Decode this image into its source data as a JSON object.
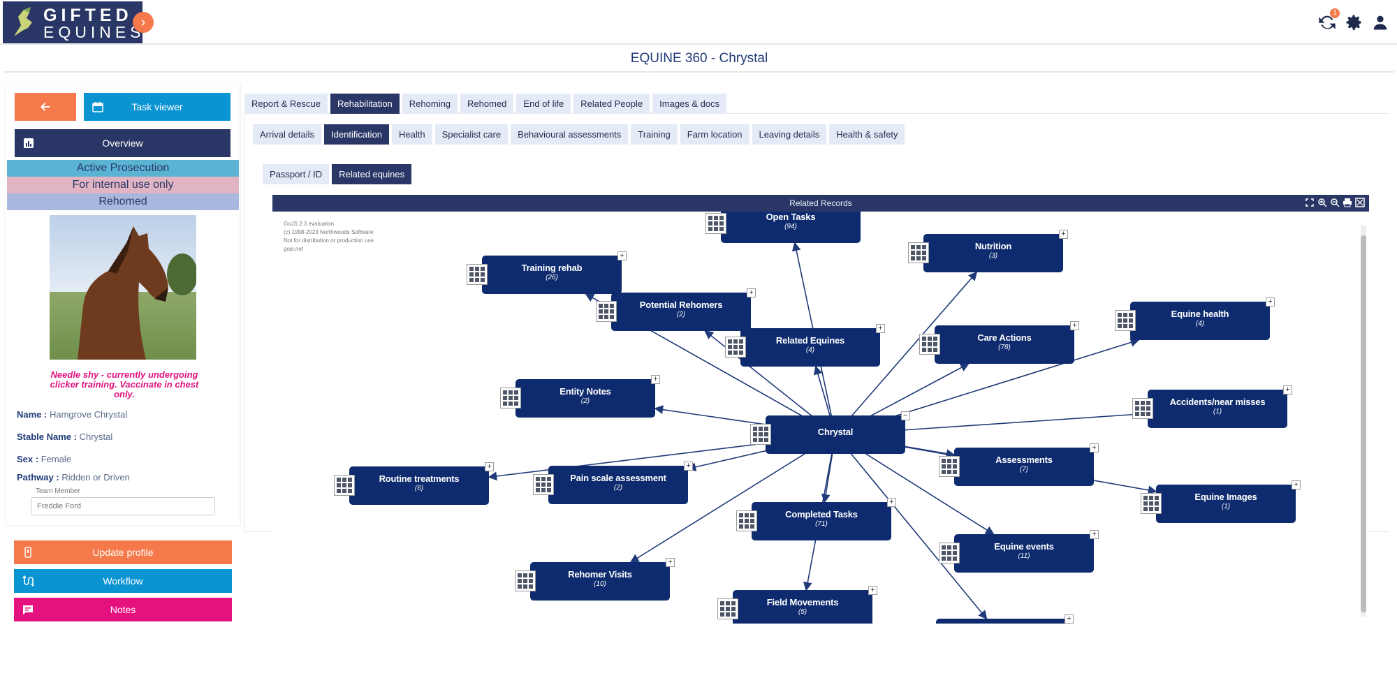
{
  "header": {
    "logo_line1": "GIFTED",
    "logo_line2": "EQUINES",
    "notification_count": "1",
    "icons": [
      "sync-icon",
      "gear-icon",
      "user-icon"
    ]
  },
  "page_title": "EQUINE 360 - Chrystal",
  "sidebar": {
    "back_button_icon": "arrow-left-icon",
    "task_viewer_label": "Task viewer",
    "overview_label": "Overview",
    "banners": [
      "Active Prosecution",
      "For internal use only",
      "Rehomed"
    ],
    "banner_colors": [
      "#5ab3d3",
      "#e0b4c3",
      "#a9b8de"
    ],
    "note": "Needle shy - currently undergoing clicker training. Vaccinate in chest only.",
    "fields": [
      {
        "label": "Name :",
        "value": "Hamgrove Chrystal"
      },
      {
        "label": "Stable Name :",
        "value": "Chrystal"
      },
      {
        "label": "Sex :",
        "value": "Female"
      },
      {
        "label": "Pathway :",
        "value": "Ridden or Driven"
      }
    ],
    "team_member_label": "Team Member",
    "team_member_value": "Freddie Ford",
    "update_profile_label": "Update profile",
    "workflow_label": "Workflow",
    "notes_label": "Notes",
    "colors": {
      "orange": "#f5794a",
      "blue": "#0a94d2",
      "navy": "#2a3766",
      "pink": "#e5117f"
    }
  },
  "tabs_main": [
    "Report & Rescue",
    "Rehabilitation",
    "Rehoming",
    "Rehomed",
    "End of life",
    "Related People",
    "Images & docs"
  ],
  "tabs_main_active": 1,
  "tabs_sub": [
    "Arrival details",
    "Identification",
    "Health",
    "Specialist care",
    "Behavioural assessments",
    "Training",
    "Farm location",
    "Leaving details",
    "Health & safety"
  ],
  "tabs_sub_active": 1,
  "tabs_third": [
    "Passport / ID",
    "Related equines"
  ],
  "tabs_third_active": 1,
  "diagram": {
    "header_title": "Related Records",
    "watermark": [
      "GoJS 2.3 evaluation",
      "(c) 1998-2023 Northwoods Software",
      "Not for distribution or production use",
      "gojs.net"
    ],
    "center": {
      "name": "Chrystal"
    },
    "nodes": [
      {
        "name": "Open Tasks",
        "count": "(94)"
      },
      {
        "name": "Nutrition",
        "count": "(3)"
      },
      {
        "name": "Training rehab",
        "count": "(26)"
      },
      {
        "name": "Potential Rehomers",
        "count": "(2)"
      },
      {
        "name": "Related Equines",
        "count": "(4)"
      },
      {
        "name": "Care Actions",
        "count": "(78)"
      },
      {
        "name": "Equine health",
        "count": "(4)"
      },
      {
        "name": "Entity Notes",
        "count": "(2)"
      },
      {
        "name": "Accidents/near misses",
        "count": "(1)"
      },
      {
        "name": "Routine treatments",
        "count": "(6)"
      },
      {
        "name": "Pain scale assessment",
        "count": "(2)"
      },
      {
        "name": "Assessments",
        "count": "(7)"
      },
      {
        "name": "Equine Images",
        "count": "(1)"
      },
      {
        "name": "Completed Tasks",
        "count": "(71)"
      },
      {
        "name": "Equine events",
        "count": "(11)"
      },
      {
        "name": "Rehomer Visits",
        "count": "(10)"
      },
      {
        "name": "Field Movements",
        "count": "(5)"
      },
      {
        "name": "",
        "count": ""
      }
    ]
  }
}
